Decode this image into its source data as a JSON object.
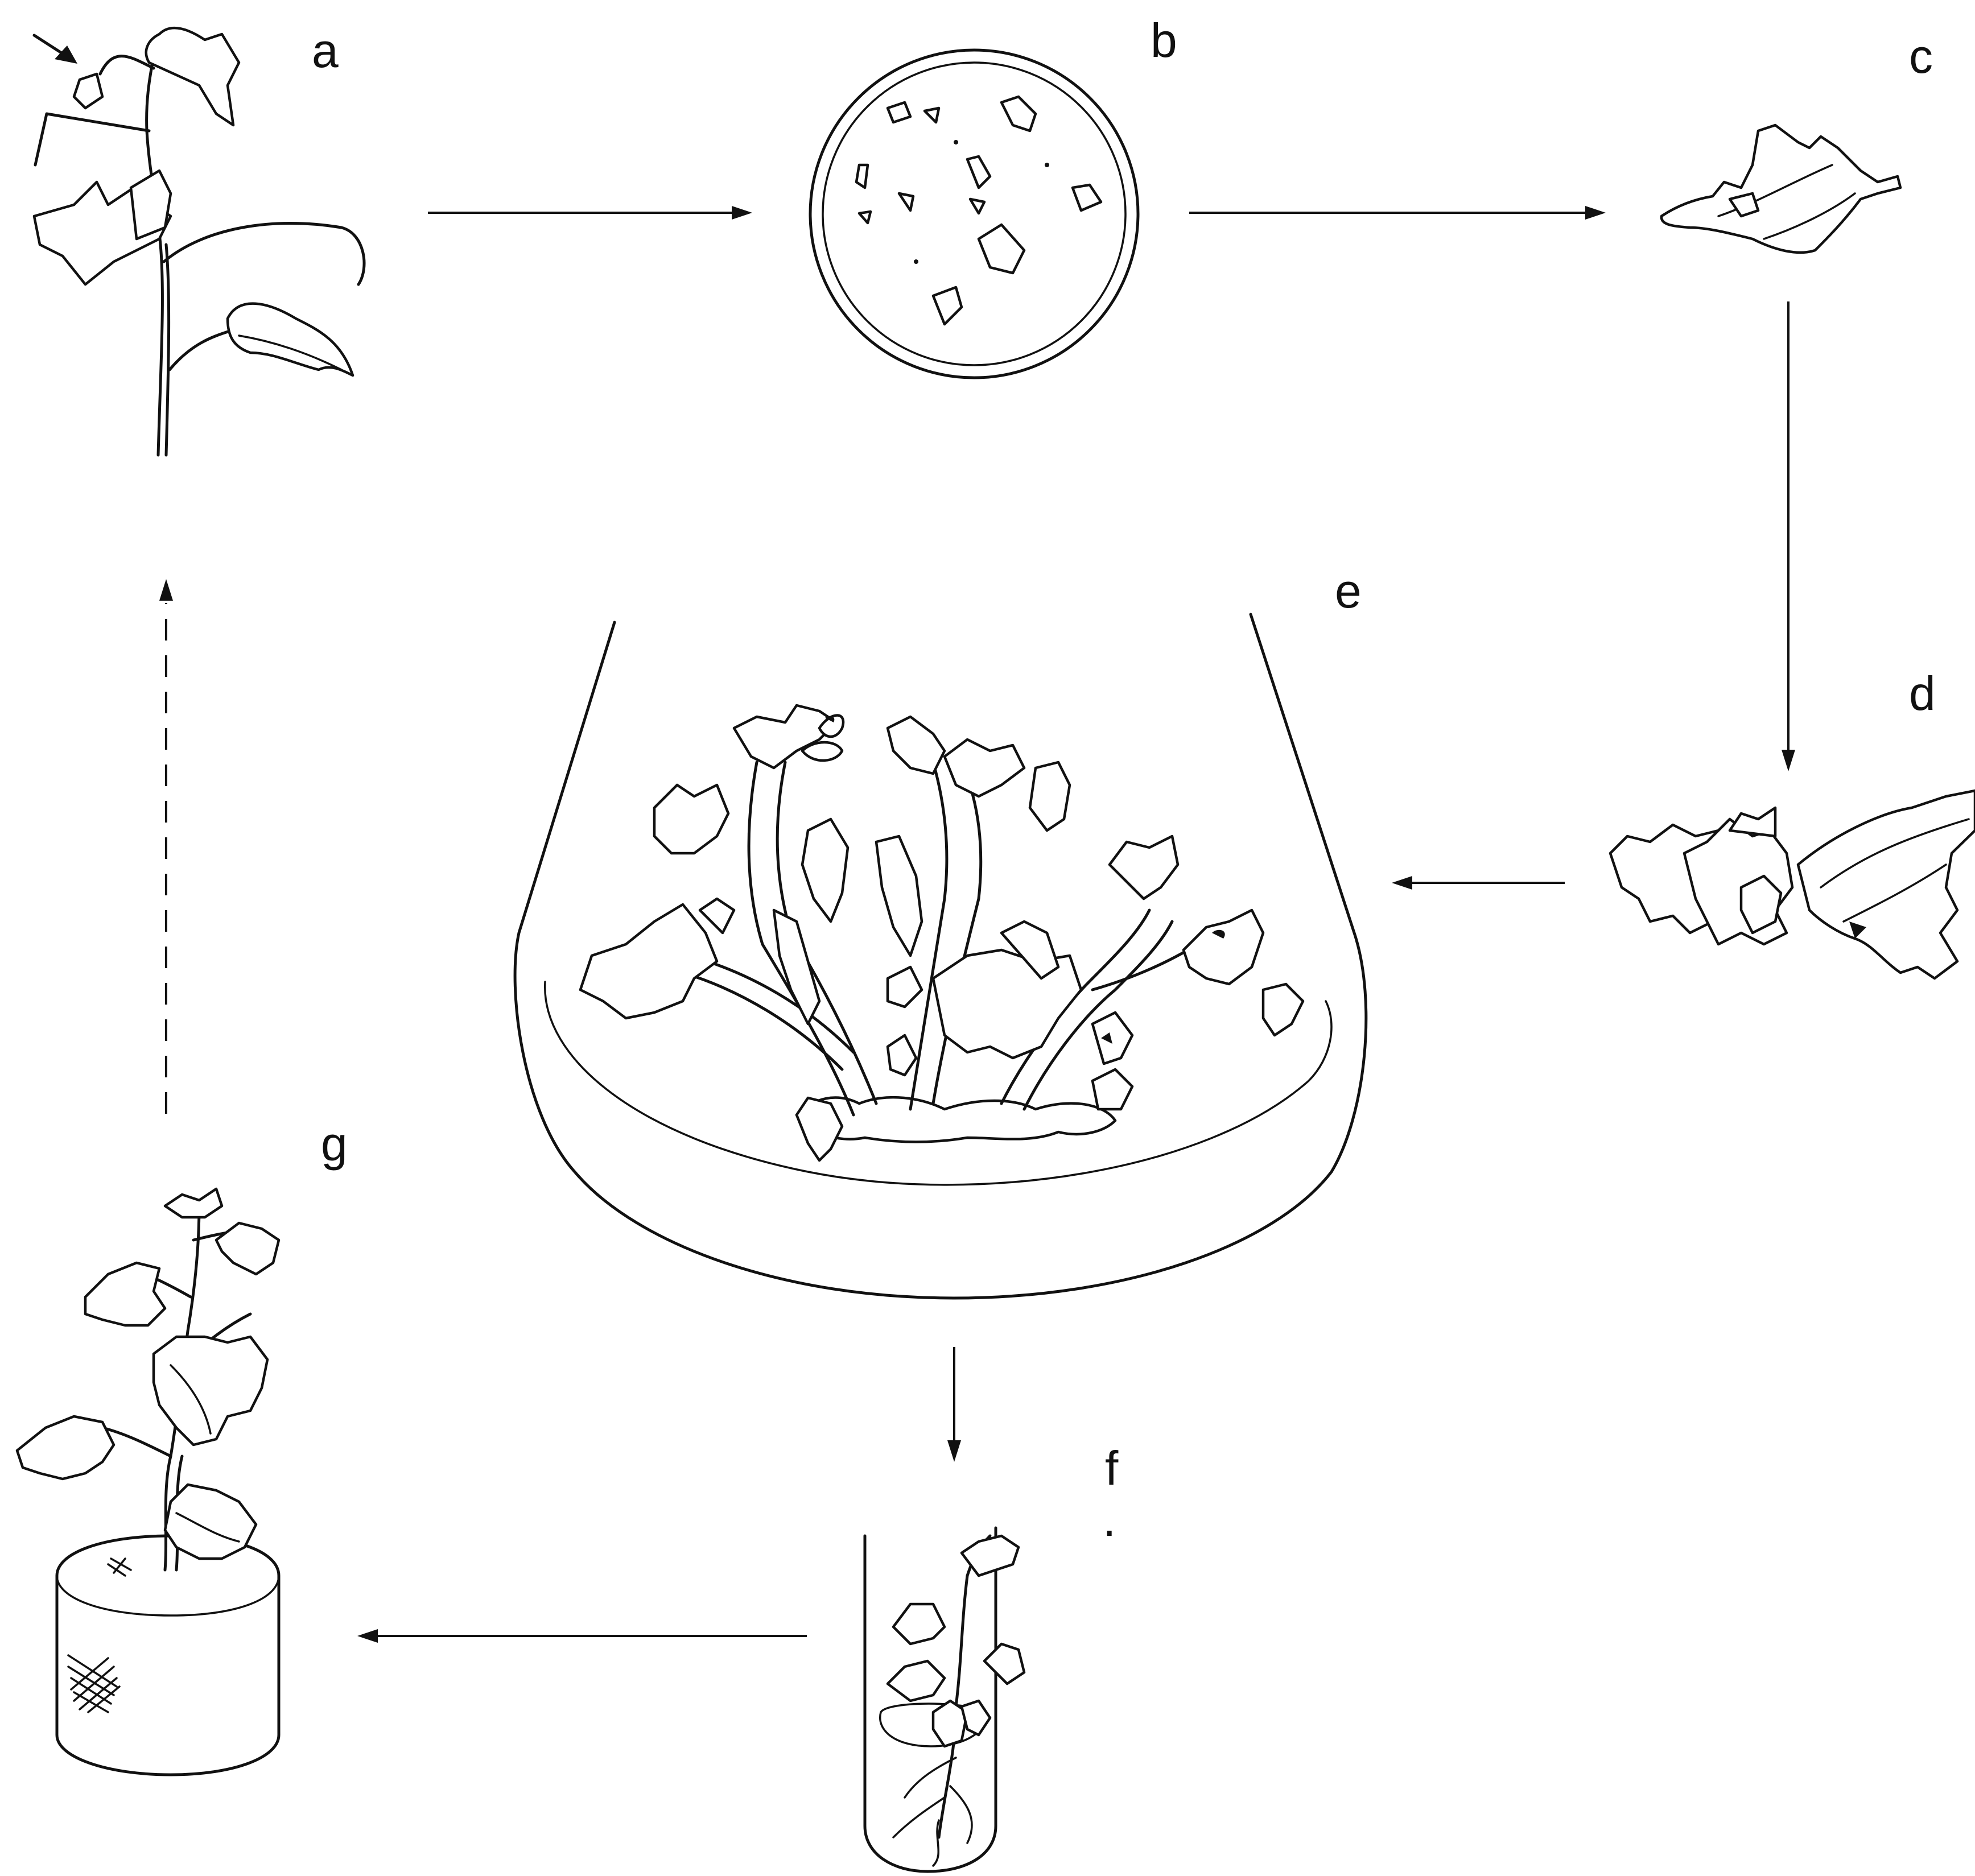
{
  "stages": [
    {
      "id": "a",
      "label": "a",
      "icon": "plant-shoot-icon"
    },
    {
      "id": "b",
      "label": "b",
      "icon": "petri-dish-icon"
    },
    {
      "id": "c",
      "label": "c",
      "icon": "leaf-explant-icon"
    },
    {
      "id": "d",
      "label": "d",
      "icon": "regenerating-shoots-icon"
    },
    {
      "id": "e",
      "label": "e",
      "icon": "flask-culture-icon"
    },
    {
      "id": "f",
      "label": "f",
      "icon": "test-tube-plantlet-icon"
    },
    {
      "id": "g",
      "label": "g",
      "icon": "potted-plant-icon"
    }
  ],
  "stray_mark": ".",
  "connectors": [
    {
      "from": "a",
      "to": "b",
      "style": "solid"
    },
    {
      "from": "b",
      "to": "c",
      "style": "solid"
    },
    {
      "from": "c",
      "to": "d",
      "style": "solid"
    },
    {
      "from": "d",
      "to": "e",
      "style": "solid"
    },
    {
      "from": "e",
      "to": "f",
      "style": "solid"
    },
    {
      "from": "f",
      "to": "g",
      "style": "solid"
    },
    {
      "from": "g",
      "to": "a",
      "style": "dashed"
    }
  ],
  "colors": {
    "ink": "#111111",
    "background": "#ffffff"
  }
}
